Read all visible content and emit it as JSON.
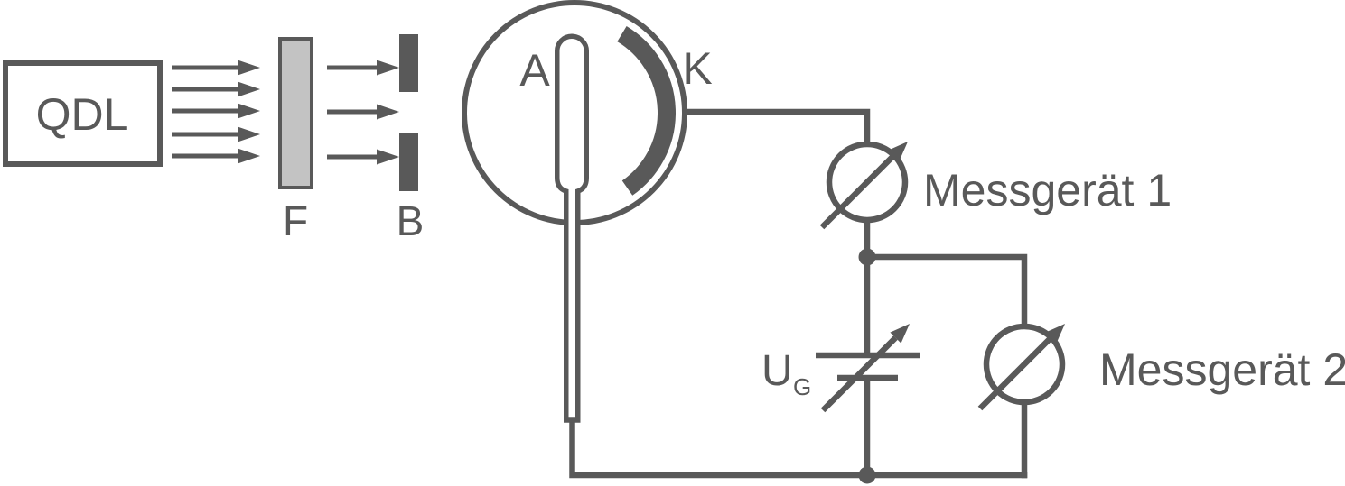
{
  "diagram": {
    "lamp": {
      "label": "QDL"
    },
    "filter": {
      "label": "F"
    },
    "aperture": {
      "label": "B"
    },
    "photocell": {
      "anode_label": "A",
      "cathode_label": "K"
    },
    "voltage_source": {
      "label": "U",
      "subscript": "G"
    },
    "meter1": {
      "label": "Messgerät 1"
    },
    "meter2": {
      "label": "Messgerät 2"
    },
    "colors": {
      "stroke": "#595959",
      "filter_fill": "#c3c3c3",
      "background": "#ffffff"
    }
  }
}
